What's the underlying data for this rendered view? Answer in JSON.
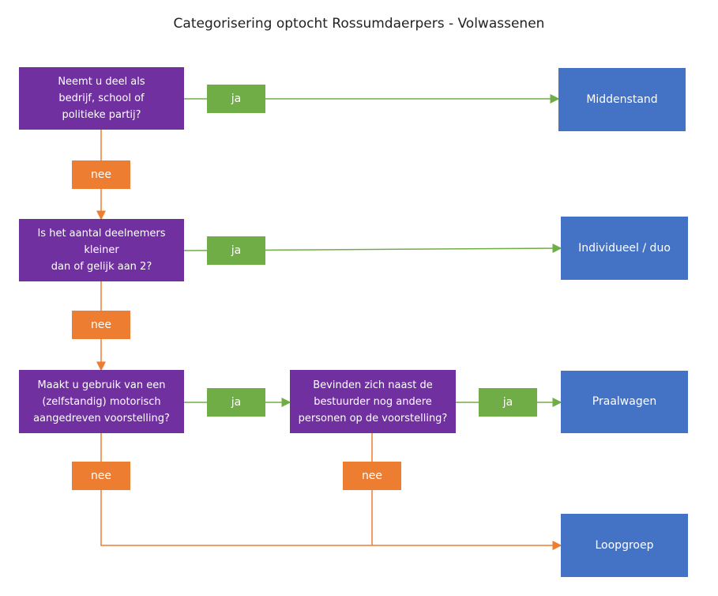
{
  "title": "Categorisering optocht Rossumdaerpers - Volwassenen",
  "colors": {
    "question": "#7030a0",
    "result": "#4472c4",
    "yes": "#70ad47",
    "no": "#ed7d31"
  },
  "questions": {
    "q1": "Neemt u deel als\nbedrijf, school of\npolitieke partij?",
    "q2": "Is het aantal deelnemers kleiner\ndan of gelijk aan 2?",
    "q3": "Maakt u gebruik van een\n(zelfstandig) motorisch\naangedreven voorstelling?",
    "q4": "Bevinden zich naast de\nbestuurder nog andere\npersonen op de voorstelling?"
  },
  "results": {
    "r1": "Middenstand",
    "r2": "Individueel / duo",
    "r3": "Praalwagen",
    "r4": "Loopgroep"
  },
  "labels": {
    "yes": "ja",
    "no": "nee"
  }
}
